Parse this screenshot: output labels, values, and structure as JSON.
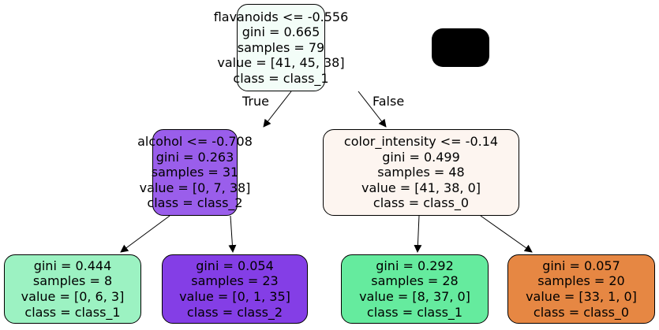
{
  "nodes": [
    {
      "lines": [
        "flavanoids <= -0.556",
        "gini = 0.665",
        "samples = 79",
        "value = [41, 45, 38]",
        "class = class_1"
      ],
      "color": "#f3fdf8"
    },
    {
      "lines": [
        "alcohol <= -0.708",
        "gini = 0.263",
        "samples = 31",
        "value = [0, 7, 38]",
        "class = class_2"
      ],
      "color": "#9a5eeb"
    },
    {
      "lines": [
        "color_intensity <= -0.14",
        "gini = 0.499",
        "samples = 48",
        "value = [41, 38, 0]",
        "class = class_0"
      ],
      "color": "#fdf5f0"
    },
    {
      "lines": [
        "gini = 0.444",
        "samples = 8",
        "value = [0, 6, 3]",
        "class = class_1"
      ],
      "color": "#9cf2c2"
    },
    {
      "lines": [
        "gini = 0.054",
        "samples = 23",
        "value = [0, 1, 35]",
        "class = class_2"
      ],
      "color": "#843ee6"
    },
    {
      "lines": [
        "gini = 0.292",
        "samples = 28",
        "value = [8, 37, 0]",
        "class = class_1"
      ],
      "color": "#65eb9e"
    },
    {
      "lines": [
        "gini = 0.057",
        "samples = 20",
        "value = [33, 1, 0]",
        "class = class_0"
      ],
      "color": "#e68743"
    }
  ],
  "edge_labels": {
    "true": "True",
    "false": "False"
  }
}
